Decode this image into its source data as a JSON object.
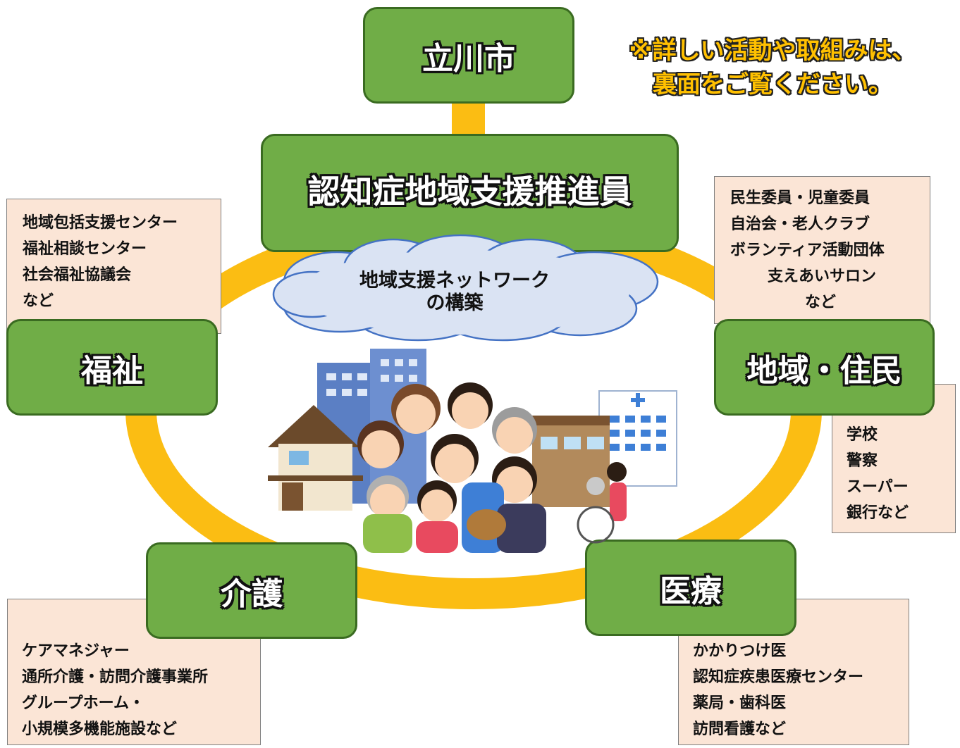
{
  "nodes": {
    "city": "立川市",
    "promoter": "認知症地域支援推進員",
    "welfare": "福祉",
    "community": "地域・住民",
    "care": "介護",
    "medical": "医療"
  },
  "note": [
    "※詳しい活動や取組みは、",
    "裏面をご覧ください。"
  ],
  "cloud": [
    "地域支援ネットワーク",
    "の構築"
  ],
  "lists": {
    "welfare": [
      "地域包括支援センター",
      "福祉相談センター",
      "社会福祉協議会",
      "など"
    ],
    "community": [
      "民生委員・児童委員",
      "自治会・老人クラブ",
      "ボランティア活動団体",
      "支えあいサロン",
      "など"
    ],
    "community_others": [
      "学校",
      "警察",
      "スーパー",
      "銀行など"
    ],
    "care": [
      "ケアマネジャー",
      "通所介護・訪問介護事業所",
      "グループホーム・",
      "小規模多機能施設など"
    ],
    "medical": [
      "かかりつけ医",
      "認知症疾患医療センター",
      "薬局・歯科医",
      "訪問看護など"
    ]
  }
}
